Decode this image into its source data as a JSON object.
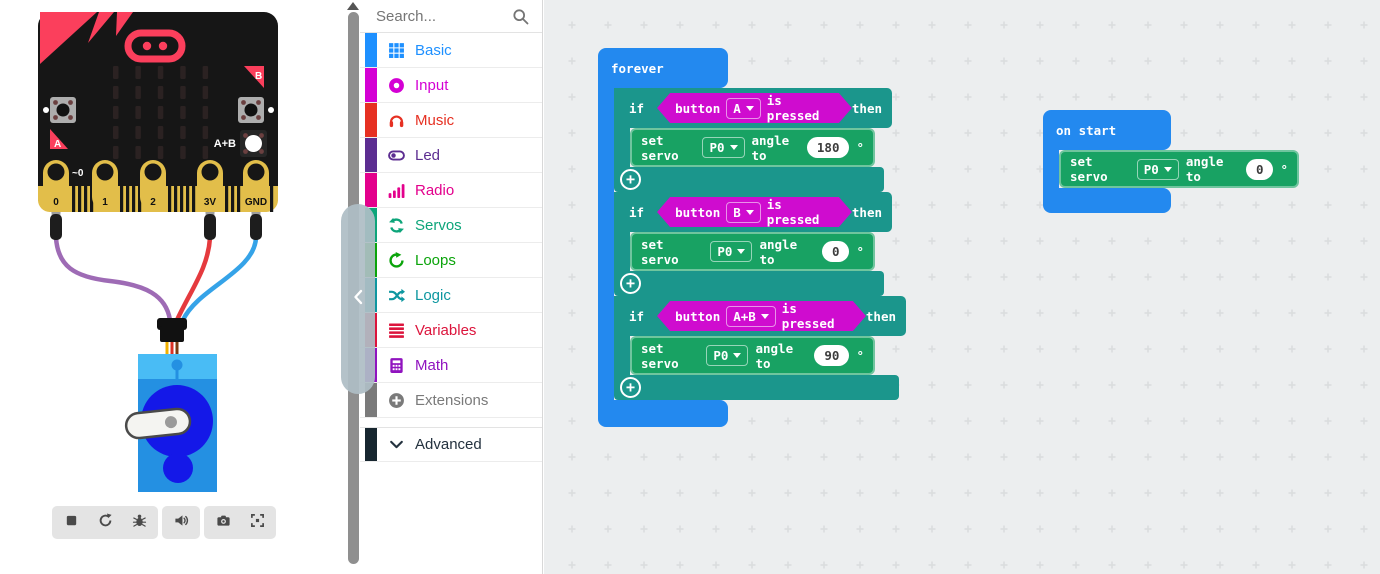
{
  "simulator": {
    "board": {
      "pin_labels": [
        "0",
        "1",
        "2",
        "3V",
        "GND"
      ],
      "pin0_analog_label": "~0",
      "button_a_label": "A",
      "button_b_label": "B",
      "button_ab_label": "A+B"
    },
    "toolbar": {
      "buttons": [
        "stop",
        "restart",
        "debug",
        "mute",
        "screenshot",
        "fullscreen"
      ]
    }
  },
  "toolbox": {
    "search_placeholder": "Search...",
    "categories": [
      {
        "label": "Basic",
        "color": "#1E90FF"
      },
      {
        "label": "Input",
        "color": "#D400D4"
      },
      {
        "label": "Music",
        "color": "#E63022"
      },
      {
        "label": "Led",
        "color": "#5C2D91"
      },
      {
        "label": "Radio",
        "color": "#E3008C"
      },
      {
        "label": "Servos",
        "color": "#0DA57A"
      },
      {
        "label": "Loops",
        "color": "#0BA40B"
      },
      {
        "label": "Logic",
        "color": "#0E97A0"
      },
      {
        "label": "Variables",
        "color": "#DC143C"
      },
      {
        "label": "Math",
        "color": "#9013BF"
      },
      {
        "label": "Extensions",
        "color": "#7A7A7A"
      }
    ],
    "advanced_label": "Advanced"
  },
  "workspace": {
    "colors": {
      "event_block": "#2389EF",
      "if_block": "#1B968C",
      "servo_block": "#18A263",
      "condition_block": "#CF0CCF",
      "grid_background": "#ECEEEF"
    },
    "labels": {
      "forever": "forever",
      "on_start": "on start",
      "if": "if",
      "then": "then",
      "button": "button",
      "is_pressed": "is pressed",
      "set_servo": "set servo",
      "angle_to": "angle to",
      "degrees": "°",
      "add": "+"
    },
    "if_clauses": [
      {
        "button": "A",
        "pin": "P0",
        "angle": "180"
      },
      {
        "button": "B",
        "pin": "P0",
        "angle": "0"
      },
      {
        "button": "A+B",
        "pin": "P0",
        "angle": "90"
      }
    ],
    "on_start_servo": {
      "pin": "P0",
      "angle": "0"
    }
  }
}
